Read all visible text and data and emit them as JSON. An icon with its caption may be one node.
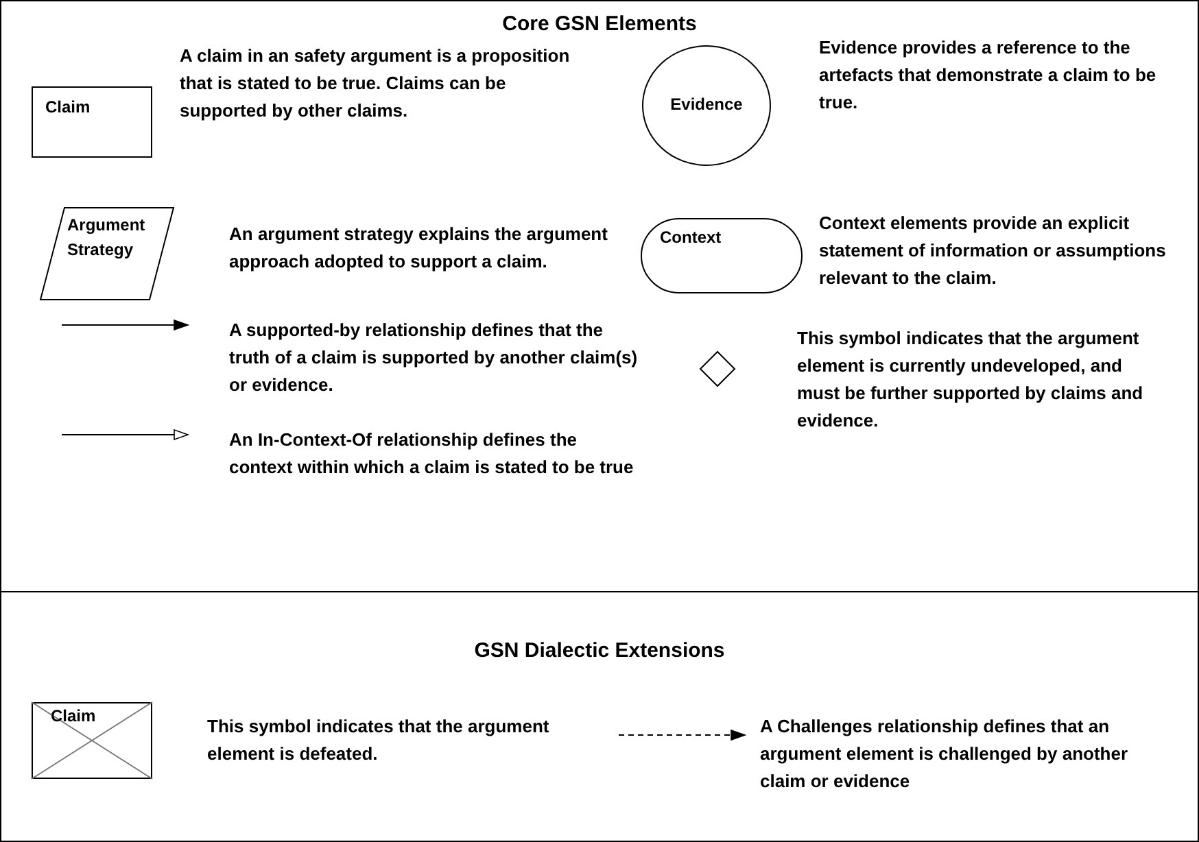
{
  "diagram": {
    "nodes": [
      {
        "text": [
          "Core GSN Elements"
        ]
      },
      {
        "text": [
          "Claim"
        ],
        "in": 0,
        "beside": [
          "A claim in an safety argument is a proposition that is stated to be true. Claims can be supported by other claims."
        ]
      },
      {
        "text": [
          "Argument Strategy"
        ],
        "in": 0,
        "beside": [
          "An argument strategy explains the argument approach adopted to support a claim."
        ]
      },
      {
        "text": [
          "Evidence"
        ],
        "in": 0,
        "beside": [
          "Evidence provides a reference to the artefacts that demonstrate a claim to be true."
        ]
      },
      {
        "text": [
          "Context"
        ],
        "in": 0,
        "beside": [
          "Context elements provide an explicit statement of information or assumptions relevant to the claim."
        ]
      },
      {
        "text": [],
        "shape": "diamond",
        "in": 0,
        "beside": [
          "This symbol indicates that the argument element is currently undeveloped, and must be further supported by claims and evidence."
        ]
      },
      {
        "text": [
          "GSN Dialectic Extensions"
        ]
      },
      {
        "text": [
          "Claim"
        ],
        "in": 6,
        "beside": [
          "This symbol indicates that the argument element is defeated."
        ]
      }
    ],
    "legend": [
      {
        "text": "A supported-by relationship defines that the truth of a claim is supported by another claim(s) or evidence."
      },
      {
        "text": "An In-Context-Of relationship defines the context within which a claim is stated to be true"
      },
      {
        "text": "A Challenges relationship defines that an argument element is challenged by another claim or evidence"
      }
    ]
  }
}
